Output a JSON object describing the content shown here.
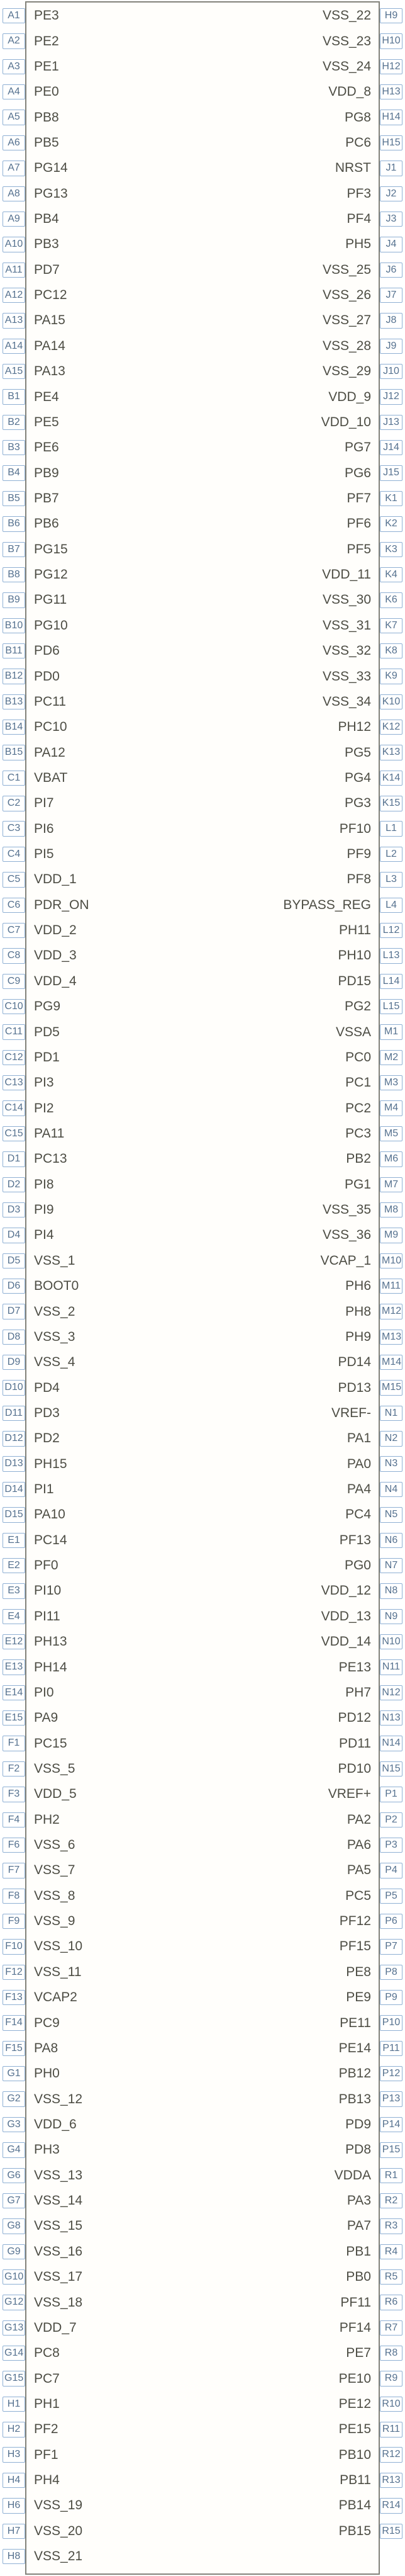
{
  "style": {
    "background_color": "#ffffff",
    "symbol_border_color": "#82827a",
    "pin_number_border_color": "#8fb0d4",
    "pin_number_text_color": "#55718f",
    "pin_label_text_color": "#4d4d44"
  },
  "symbol": {
    "left_pins": [
      {
        "designator": "A1",
        "label": "PE3"
      },
      {
        "designator": "A2",
        "label": "PE2"
      },
      {
        "designator": "A3",
        "label": "PE1"
      },
      {
        "designator": "A4",
        "label": "PE0"
      },
      {
        "designator": "A5",
        "label": "PB8"
      },
      {
        "designator": "A6",
        "label": "PB5"
      },
      {
        "designator": "A7",
        "label": "PG14"
      },
      {
        "designator": "A8",
        "label": "PG13"
      },
      {
        "designator": "A9",
        "label": "PB4"
      },
      {
        "designator": "A10",
        "label": "PB3"
      },
      {
        "designator": "A11",
        "label": "PD7"
      },
      {
        "designator": "A12",
        "label": "PC12"
      },
      {
        "designator": "A13",
        "label": "PA15"
      },
      {
        "designator": "A14",
        "label": "PA14"
      },
      {
        "designator": "A15",
        "label": "PA13"
      },
      {
        "designator": "B1",
        "label": "PE4"
      },
      {
        "designator": "B2",
        "label": "PE5"
      },
      {
        "designator": "B3",
        "label": "PE6"
      },
      {
        "designator": "B4",
        "label": "PB9"
      },
      {
        "designator": "B5",
        "label": "PB7"
      },
      {
        "designator": "B6",
        "label": "PB6"
      },
      {
        "designator": "B7",
        "label": "PG15"
      },
      {
        "designator": "B8",
        "label": "PG12"
      },
      {
        "designator": "B9",
        "label": "PG11"
      },
      {
        "designator": "B10",
        "label": "PG10"
      },
      {
        "designator": "B11",
        "label": "PD6"
      },
      {
        "designator": "B12",
        "label": "PD0"
      },
      {
        "designator": "B13",
        "label": "PC11"
      },
      {
        "designator": "B14",
        "label": "PC10"
      },
      {
        "designator": "B15",
        "label": "PA12"
      },
      {
        "designator": "C1",
        "label": "VBAT"
      },
      {
        "designator": "C2",
        "label": "PI7"
      },
      {
        "designator": "C3",
        "label": "PI6"
      },
      {
        "designator": "C4",
        "label": "PI5"
      },
      {
        "designator": "C5",
        "label": "VDD_1"
      },
      {
        "designator": "C6",
        "label": "PDR_ON"
      },
      {
        "designator": "C7",
        "label": "VDD_2"
      },
      {
        "designator": "C8",
        "label": "VDD_3"
      },
      {
        "designator": "C9",
        "label": "VDD_4"
      },
      {
        "designator": "C10",
        "label": "PG9"
      },
      {
        "designator": "C11",
        "label": "PD5"
      },
      {
        "designator": "C12",
        "label": "PD1"
      },
      {
        "designator": "C13",
        "label": "PI3"
      },
      {
        "designator": "C14",
        "label": "PI2"
      },
      {
        "designator": "C15",
        "label": "PA11"
      },
      {
        "designator": "D1",
        "label": "PC13"
      },
      {
        "designator": "D2",
        "label": "PI8"
      },
      {
        "designator": "D3",
        "label": "PI9"
      },
      {
        "designator": "D4",
        "label": "PI4"
      },
      {
        "designator": "D5",
        "label": "VSS_1"
      },
      {
        "designator": "D6",
        "label": "BOOT0"
      },
      {
        "designator": "D7",
        "label": "VSS_2"
      },
      {
        "designator": "D8",
        "label": "VSS_3"
      },
      {
        "designator": "D9",
        "label": "VSS_4"
      },
      {
        "designator": "D10",
        "label": "PD4"
      },
      {
        "designator": "D11",
        "label": "PD3"
      },
      {
        "designator": "D12",
        "label": "PD2"
      },
      {
        "designator": "D13",
        "label": "PH15"
      },
      {
        "designator": "D14",
        "label": "PI1"
      },
      {
        "designator": "D15",
        "label": "PA10"
      },
      {
        "designator": "E1",
        "label": "PC14"
      },
      {
        "designator": "E2",
        "label": "PF0"
      },
      {
        "designator": "E3",
        "label": "PI10"
      },
      {
        "designator": "E4",
        "label": "PI11"
      },
      {
        "designator": "E12",
        "label": "PH13"
      },
      {
        "designator": "E13",
        "label": "PH14"
      },
      {
        "designator": "E14",
        "label": "PI0"
      },
      {
        "designator": "E15",
        "label": "PA9"
      },
      {
        "designator": "F1",
        "label": "PC15"
      },
      {
        "designator": "F2",
        "label": "VSS_5"
      },
      {
        "designator": "F3",
        "label": "VDD_5"
      },
      {
        "designator": "F4",
        "label": "PH2"
      },
      {
        "designator": "F6",
        "label": "VSS_6"
      },
      {
        "designator": "F7",
        "label": "VSS_7"
      },
      {
        "designator": "F8",
        "label": "VSS_8"
      },
      {
        "designator": "F9",
        "label": "VSS_9"
      },
      {
        "designator": "F10",
        "label": "VSS_10"
      },
      {
        "designator": "F12",
        "label": "VSS_11"
      },
      {
        "designator": "F13",
        "label": "VCAP2"
      },
      {
        "designator": "F14",
        "label": "PC9"
      },
      {
        "designator": "F15",
        "label": "PA8"
      },
      {
        "designator": "G1",
        "label": "PH0"
      },
      {
        "designator": "G2",
        "label": "VSS_12"
      },
      {
        "designator": "G3",
        "label": "VDD_6"
      },
      {
        "designator": "G4",
        "label": "PH3"
      },
      {
        "designator": "G6",
        "label": "VSS_13"
      },
      {
        "designator": "G7",
        "label": "VSS_14"
      },
      {
        "designator": "G8",
        "label": "VSS_15"
      },
      {
        "designator": "G9",
        "label": "VSS_16"
      },
      {
        "designator": "G10",
        "label": "VSS_17"
      },
      {
        "designator": "G12",
        "label": "VSS_18"
      },
      {
        "designator": "G13",
        "label": "VDD_7"
      },
      {
        "designator": "G14",
        "label": "PC8"
      },
      {
        "designator": "G15",
        "label": "PC7"
      },
      {
        "designator": "H1",
        "label": "PH1"
      },
      {
        "designator": "H2",
        "label": "PF2"
      },
      {
        "designator": "H3",
        "label": "PF1"
      },
      {
        "designator": "H4",
        "label": "PH4"
      },
      {
        "designator": "H6",
        "label": "VSS_19"
      },
      {
        "designator": "H7",
        "label": "VSS_20"
      },
      {
        "designator": "H8",
        "label": "VSS_21"
      }
    ],
    "right_pins": [
      {
        "designator": "H9",
        "label": "VSS_22"
      },
      {
        "designator": "H10",
        "label": "VSS_23"
      },
      {
        "designator": "H12",
        "label": "VSS_24"
      },
      {
        "designator": "H13",
        "label": "VDD_8"
      },
      {
        "designator": "H14",
        "label": "PG8"
      },
      {
        "designator": "H15",
        "label": "PC6"
      },
      {
        "designator": "J1",
        "label": "NRST"
      },
      {
        "designator": "J2",
        "label": "PF3"
      },
      {
        "designator": "J3",
        "label": "PF4"
      },
      {
        "designator": "J4",
        "label": "PH5"
      },
      {
        "designator": "J6",
        "label": "VSS_25"
      },
      {
        "designator": "J7",
        "label": "VSS_26"
      },
      {
        "designator": "J8",
        "label": "VSS_27"
      },
      {
        "designator": "J9",
        "label": "VSS_28"
      },
      {
        "designator": "J10",
        "label": "VSS_29"
      },
      {
        "designator": "J12",
        "label": "VDD_9"
      },
      {
        "designator": "J13",
        "label": "VDD_10"
      },
      {
        "designator": "J14",
        "label": "PG7"
      },
      {
        "designator": "J15",
        "label": "PG6"
      },
      {
        "designator": "K1",
        "label": "PF7"
      },
      {
        "designator": "K2",
        "label": "PF6"
      },
      {
        "designator": "K3",
        "label": "PF5"
      },
      {
        "designator": "K4",
        "label": "VDD_11"
      },
      {
        "designator": "K6",
        "label": "VSS_30"
      },
      {
        "designator": "K7",
        "label": "VSS_31"
      },
      {
        "designator": "K8",
        "label": "VSS_32"
      },
      {
        "designator": "K9",
        "label": "VSS_33"
      },
      {
        "designator": "K10",
        "label": "VSS_34"
      },
      {
        "designator": "K12",
        "label": "PH12"
      },
      {
        "designator": "K13",
        "label": "PG5"
      },
      {
        "designator": "K14",
        "label": "PG4"
      },
      {
        "designator": "K15",
        "label": "PG3"
      },
      {
        "designator": "L1",
        "label": "PF10"
      },
      {
        "designator": "L2",
        "label": "PF9"
      },
      {
        "designator": "L3",
        "label": "PF8"
      },
      {
        "designator": "L4",
        "label": "BYPASS_REG"
      },
      {
        "designator": "L12",
        "label": "PH11"
      },
      {
        "designator": "L13",
        "label": "PH10"
      },
      {
        "designator": "L14",
        "label": "PD15"
      },
      {
        "designator": "L15",
        "label": "PG2"
      },
      {
        "designator": "M1",
        "label": "VSSA"
      },
      {
        "designator": "M2",
        "label": "PC0"
      },
      {
        "designator": "M3",
        "label": "PC1"
      },
      {
        "designator": "M4",
        "label": "PC2"
      },
      {
        "designator": "M5",
        "label": "PC3"
      },
      {
        "designator": "M6",
        "label": "PB2"
      },
      {
        "designator": "M7",
        "label": "PG1"
      },
      {
        "designator": "M8",
        "label": "VSS_35"
      },
      {
        "designator": "M9",
        "label": "VSS_36"
      },
      {
        "designator": "M10",
        "label": "VCAP_1"
      },
      {
        "designator": "M11",
        "label": "PH6"
      },
      {
        "designator": "M12",
        "label": "PH8"
      },
      {
        "designator": "M13",
        "label": "PH9"
      },
      {
        "designator": "M14",
        "label": "PD14"
      },
      {
        "designator": "M15",
        "label": "PD13"
      },
      {
        "designator": "N1",
        "label": "VREF-"
      },
      {
        "designator": "N2",
        "label": "PA1"
      },
      {
        "designator": "N3",
        "label": "PA0"
      },
      {
        "designator": "N4",
        "label": "PA4"
      },
      {
        "designator": "N5",
        "label": "PC4"
      },
      {
        "designator": "N6",
        "label": "PF13"
      },
      {
        "designator": "N7",
        "label": "PG0"
      },
      {
        "designator": "N8",
        "label": "VDD_12"
      },
      {
        "designator": "N9",
        "label": "VDD_13"
      },
      {
        "designator": "N10",
        "label": "VDD_14"
      },
      {
        "designator": "N11",
        "label": "PE13"
      },
      {
        "designator": "N12",
        "label": "PH7"
      },
      {
        "designator": "N13",
        "label": "PD12"
      },
      {
        "designator": "N14",
        "label": "PD11"
      },
      {
        "designator": "N15",
        "label": "PD10"
      },
      {
        "designator": "P1",
        "label": "VREF+"
      },
      {
        "designator": "P2",
        "label": "PA2"
      },
      {
        "designator": "P3",
        "label": "PA6"
      },
      {
        "designator": "P4",
        "label": "PA5"
      },
      {
        "designator": "P5",
        "label": "PC5"
      },
      {
        "designator": "P6",
        "label": "PF12"
      },
      {
        "designator": "P7",
        "label": "PF15"
      },
      {
        "designator": "P8",
        "label": "PE8"
      },
      {
        "designator": "P9",
        "label": "PE9"
      },
      {
        "designator": "P10",
        "label": "PE11"
      },
      {
        "designator": "P11",
        "label": "PE14"
      },
      {
        "designator": "P12",
        "label": "PB12"
      },
      {
        "designator": "P13",
        "label": "PB13"
      },
      {
        "designator": "P14",
        "label": "PD9"
      },
      {
        "designator": "P15",
        "label": "PD8"
      },
      {
        "designator": "R1",
        "label": "VDDA"
      },
      {
        "designator": "R2",
        "label": "PA3"
      },
      {
        "designator": "R3",
        "label": "PA7"
      },
      {
        "designator": "R4",
        "label": "PB1"
      },
      {
        "designator": "R5",
        "label": "PB0"
      },
      {
        "designator": "R6",
        "label": "PF11"
      },
      {
        "designator": "R7",
        "label": "PF14"
      },
      {
        "designator": "R8",
        "label": "PE7"
      },
      {
        "designator": "R9",
        "label": "PE10"
      },
      {
        "designator": "R10",
        "label": "PE12"
      },
      {
        "designator": "R11",
        "label": "PE15"
      },
      {
        "designator": "R12",
        "label": "PB10"
      },
      {
        "designator": "R13",
        "label": "PB11"
      },
      {
        "designator": "R14",
        "label": "PB14"
      },
      {
        "designator": "R15",
        "label": "PB15"
      }
    ]
  }
}
